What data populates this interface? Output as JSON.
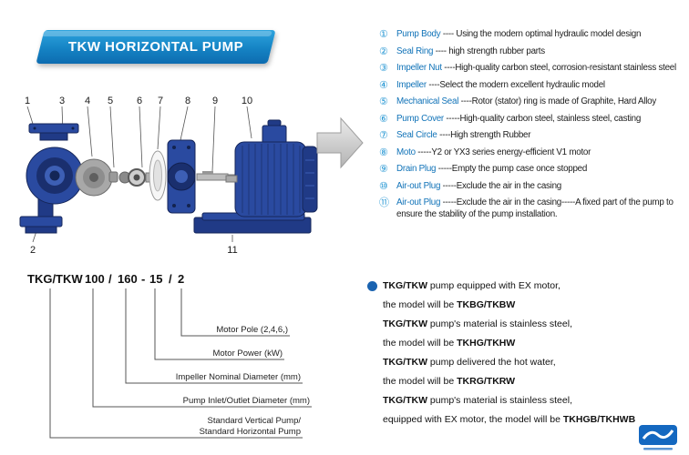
{
  "colors": {
    "accent_blue": "#1e93d2",
    "name_blue": "#1173b8",
    "pump_blue": "#2a4aa0",
    "ribbon_blue": "#1583c4",
    "note_dot_blue": "#1a63b0"
  },
  "header": {
    "title": "TKW HORIZONTAL PUMP"
  },
  "diagram": {
    "top_labels": [
      "1",
      "3",
      "4",
      "5",
      "6",
      "7",
      "8",
      "9",
      "10"
    ],
    "bottom_labels": [
      "2",
      "11"
    ]
  },
  "parts": [
    {
      "num": "①",
      "name": "Pump Body",
      "desc": " ---- Using the modern optimal hydraulic model design"
    },
    {
      "num": "②",
      "name": "Seal Ring",
      "desc": " ---- high strength rubber parts"
    },
    {
      "num": "③",
      "name": "Impeller Nut",
      "desc": " ----High-quality carbon steel, corrosion-resistant stainless steel"
    },
    {
      "num": "④",
      "name": "Impeller",
      "desc": " ----Select the modern excellent hydraulic model"
    },
    {
      "num": "⑤",
      "name": "Mechanical Seal",
      "desc": " ----Rotor (stator) ring is made of Graphite, Hard Alloy"
    },
    {
      "num": "⑥",
      "name": "Pump Cover",
      "desc": " -----High-quality carbon steel, stainless steel, casting"
    },
    {
      "num": "⑦",
      "name": "Seal Circle",
      "desc": " ----High strength Rubber"
    },
    {
      "num": "⑧",
      "name": "Moto",
      "desc": " -----Y2 or YX3 series energy-efficient V1 motor"
    },
    {
      "num": "⑨",
      "name": "Drain Plug",
      "desc": " -----Empty the pump case once stopped"
    },
    {
      "num": "⑩",
      "name": "Air-out Plug",
      "desc": " -----Exclude the air in the casing"
    },
    {
      "num": "⑪",
      "name": "Air-out Plug",
      "desc": " -----Exclude the air in the casing-----A fixed part of the pump to ensure the stability of the pump installation."
    }
  ],
  "model_code": {
    "segments": [
      "TKG/TKW",
      "100",
      "/",
      "160",
      "-",
      "15",
      "/",
      "2"
    ],
    "labels": [
      "Motor Pole (2,4,6,)",
      "Motor Power (kW)",
      "Impeller Nominal Diameter (mm)",
      "Pump Inlet/Outlet Diameter (mm)",
      "Standard Vertical Pump/",
      "Standard Horizontal Pump"
    ]
  },
  "notes": [
    {
      "bold_start": "TKG/TKW",
      "rest": " pump equipped with EX motor,",
      "result_pre": "the model will be ",
      "model": "TKBG/TKBW"
    },
    {
      "bold_start": "TKG/TKW",
      "rest": " pump's material is stainless steel,",
      "result_pre": "the model will be ",
      "model": "TKHG/TKHW"
    },
    {
      "bold_start": "TKG/TKW",
      "rest": " pump delivered the hot water,",
      "result_pre": "the model will be ",
      "model": "TKRG/TKRW"
    },
    {
      "bold_start": "TKG/TKW",
      "rest": " pump's material is stainless steel,",
      "result_pre": "equipped with EX motor, the model will be ",
      "model": "TKHGB/TKHWB"
    }
  ]
}
